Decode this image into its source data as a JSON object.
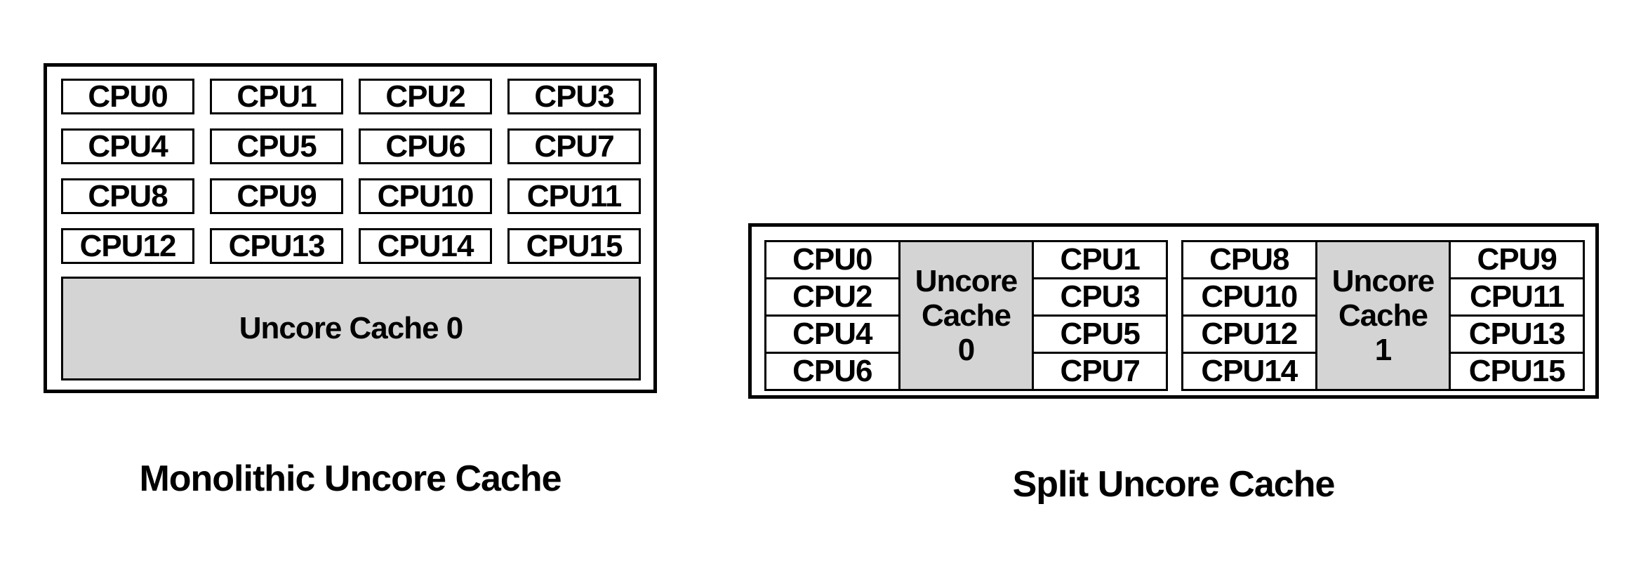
{
  "colors": {
    "background": "#ffffff",
    "border": "#000000",
    "cache_fill": "#d4d4d4",
    "text": "#000000"
  },
  "left_diagram": {
    "title": "Monolithic Uncore Cache",
    "cpus": [
      "CPU0",
      "CPU1",
      "CPU2",
      "CPU3",
      "CPU4",
      "CPU5",
      "CPU6",
      "CPU7",
      "CPU8",
      "CPU9",
      "CPU10",
      "CPU11",
      "CPU12",
      "CPU13",
      "CPU14",
      "CPU15"
    ],
    "cache_label": "Uncore Cache 0"
  },
  "right_diagram": {
    "title": "Split Uncore Cache",
    "groups": [
      {
        "left_column": [
          "CPU0",
          "CPU2",
          "CPU4",
          "CPU6"
        ],
        "cache_label": "Uncore Cache 0",
        "right_column": [
          "CPU1",
          "CPU3",
          "CPU5",
          "CPU7"
        ]
      },
      {
        "left_column": [
          "CPU8",
          "CPU10",
          "CPU12",
          "CPU14"
        ],
        "cache_label": "Uncore Cache 1",
        "right_column": [
          "CPU9",
          "CPU11",
          "CPU13",
          "CPU15"
        ]
      }
    ]
  }
}
